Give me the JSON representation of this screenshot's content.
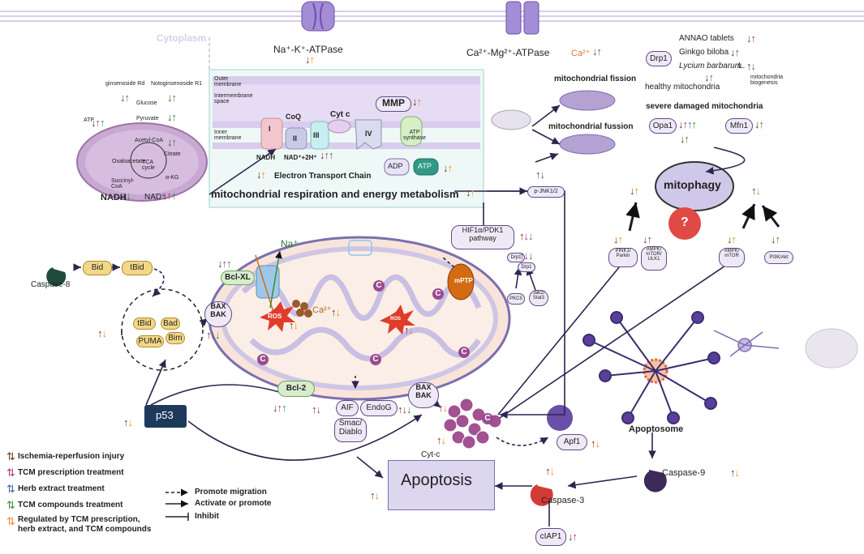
{
  "header": {
    "cytoplasm": "Cytoplasm",
    "na_k_atpase": "Na⁺-K⁺-ATPase",
    "ca_mg_atpase": "Ca²⁺-Mg²⁺-ATPase",
    "ca_label": "Ca²⁺"
  },
  "metabolism": {
    "ginsenoside": "ginsenoside Rd",
    "notoginsenoside": "Notoginsenoside R1",
    "glucose": "Glucose",
    "pyruvate": "Pyruvate",
    "acetyl_coa": "Acetyl-CoA",
    "citrate": "Citrate",
    "oxaloacetate": "Oxaloacetate",
    "tca": "TCA cycle",
    "succinyl": "Succinyl-CoA",
    "akg": "α-KG",
    "atp": "ATP",
    "nadh": "NADH",
    "nad": "NAD⁺"
  },
  "etc": {
    "outer_membrane": "Outer membrane",
    "intermembrane": "Intermembrane space",
    "inner_membrane": "Inner membrane",
    "mmp": "MMP",
    "coq": "CoQ",
    "cytc": "Cyt c",
    "c1": "I",
    "c2": "II",
    "c3": "III",
    "c4": "IV",
    "atp_synthase": "ATP synthase",
    "nadh": "NADH",
    "nad_h": "NAD⁺+2H⁺",
    "adp": "ADP",
    "atp": "ATP",
    "etc_label": "Electron Transport Chain",
    "resp_title": "mitochondrial respiration and energy metabolism"
  },
  "dynamics": {
    "fission": "mitochondrial fission",
    "fusion": "mitochondrial fussion",
    "healthy": "healthy mitochondria",
    "severe": "severe damaged mitochondria",
    "drp1": "Drp1",
    "annao": "ANNAO tablets",
    "ginkgo": "Ginkgo biloba",
    "lycium": "Lycium barbarum",
    "lycium_l": "L.",
    "biogenesis": "mitochondria biogenesis",
    "opa1": "Opa1",
    "mfn1": "Mfn1",
    "mitophagy": "mitophagy",
    "question": "?"
  },
  "signals": {
    "pjnk": "p-JNK1/2",
    "hif": "HIF1α/PDK1 pathway",
    "pink1": "PINK1/ Parkin",
    "ampk_ulk": "AMPK/ mTOR/ ULK1",
    "ampk_mtor": "AMPK/ mTOR",
    "pi3k": "PI3K/Akt",
    "drp1_a": "Drp1",
    "drp1_b": "Drp1",
    "pkc": "PKCδ",
    "jak": "Jak2/ Stat3",
    "mptp": "mPTP"
  },
  "cell": {
    "caspase8": "Caspase-8",
    "bid": "Bid",
    "tbid": "tBid",
    "tbid2": "tBid",
    "bad": "Bad",
    "puma": "PUMA",
    "bim": "Bim",
    "bax_bak": "BAX BAK",
    "bax_bak2": "BAX BAK",
    "bclxl": "Bcl-XL",
    "bcl2": "Bcl-2",
    "na": "Na⁺",
    "ca": "Ca²⁺",
    "ros": "ROS",
    "ros2": "ROS",
    "c": "C",
    "p53": "p53",
    "aif": "AIF",
    "endog": "EndoG",
    "smac": "Smac/ Diablo",
    "cytc": "Cyt-c",
    "apf1": "Apf1",
    "apoptosome": "Apoptosome",
    "apoptosis": "Apoptosis",
    "caspase9": "Caspase-9",
    "caspase3": "Caspase-3",
    "ciap1": "cIAP1"
  },
  "legend": {
    "items": [
      {
        "label": "Ischemia-reperfusion injury",
        "color": "#6b3a2a"
      },
      {
        "label": "TCM prescription treatment",
        "color": "#b0357d"
      },
      {
        "label": "Herb extract treatment",
        "color": "#3f5fb0"
      },
      {
        "label": "TCM compounds treatment",
        "color": "#3f8a33"
      },
      {
        "label": "Regulated by TCM prescription, herb extract, and TCM compounds",
        "color": "#f08a24"
      }
    ],
    "promote_migration": "Promote migration",
    "activate": "Activate or promote",
    "inhibit": "Inhibit"
  },
  "colors": {
    "membrane": "#d8cdee",
    "mito_fill": "#f8e4da",
    "mito_border": "#7b6fb0",
    "pill_border": "#5a4f86",
    "apoptosis_fill": "#dcd6ef",
    "purple_c": "#9a4c8f"
  }
}
